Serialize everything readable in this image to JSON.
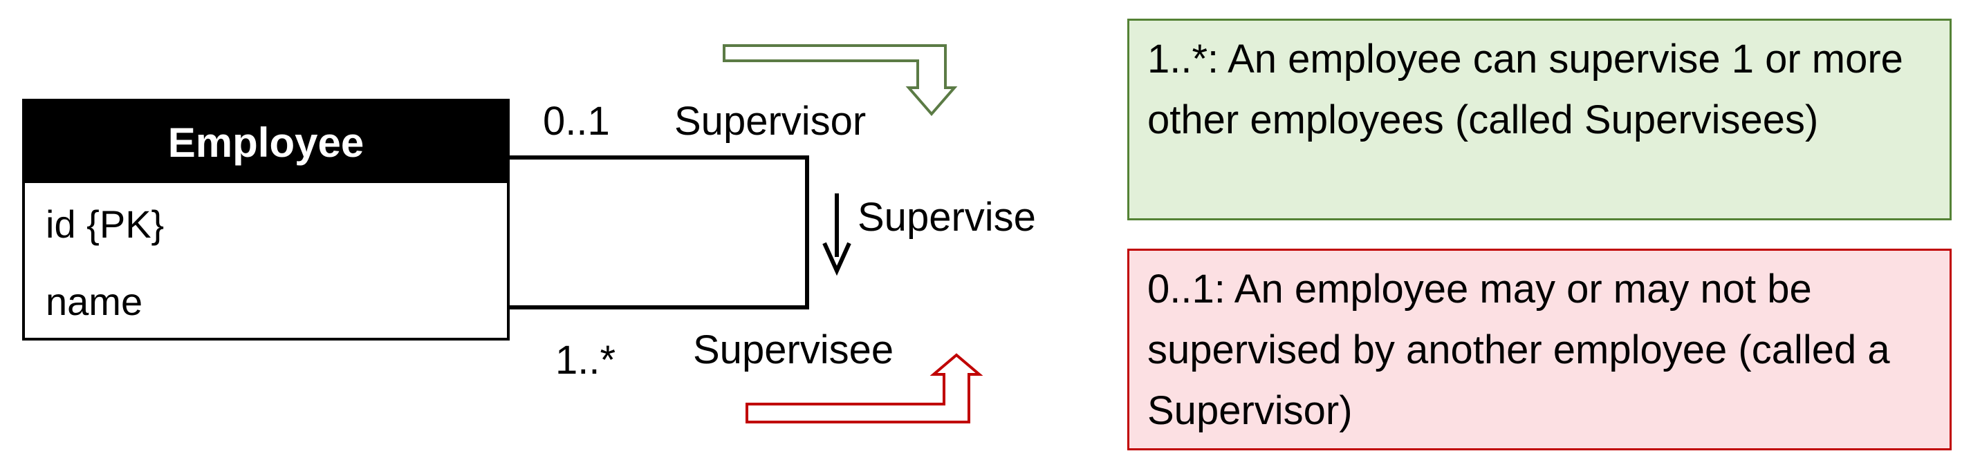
{
  "entity": {
    "name": "Employee",
    "attributes": [
      "id {PK}",
      "name"
    ]
  },
  "relationship": {
    "name": "Supervise",
    "top_multiplicity": "0..1",
    "top_role": "Supervisor",
    "bottom_multiplicity": "1..*",
    "bottom_role": "Supervisee"
  },
  "notes": {
    "supervisor_note": "1..*: An employee can supervise 1 or more other employees (called Supervisees)",
    "supervisee_note": "0..1: An employee may or may not be supervised by another employee (called a Supervisor)"
  },
  "colors": {
    "green_note_bg": "#e2f0d9",
    "green_note_border": "#548235",
    "green_arrow_stroke": "#5b7b45",
    "red_note_bg": "#fce0e3",
    "red_note_border": "#c00000",
    "red_arrow_stroke": "#c00000"
  }
}
